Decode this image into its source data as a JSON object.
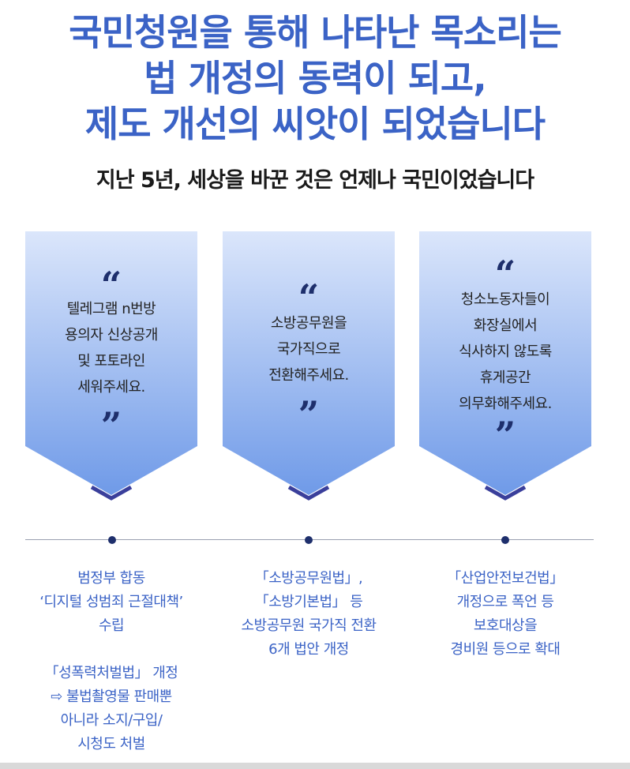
{
  "headline": [
    "국민청원을 통해 나타난 목소리는",
    "법 개정의 동력이 되고,",
    "제도 개선의 씨앗이 되었습니다"
  ],
  "subheadline": "지난 5년, 세상을 바꾼 것은 언제나 국민이었습니다",
  "quote_open": "“",
  "quote_close": "”",
  "cards": [
    {
      "quote": "텔레그램 n번방\n용의자 신상공개\n및 포토라인\n세워주세요.",
      "result": "범정부 합동\n‘디지털 성범죄 근절대책’\n수립\n\n「성폭력처벌법」 개정\n⇨ 불법촬영물 판매뿐\n아니라 소지/구입/\n시청도 처벌"
    },
    {
      "quote": "소방공무원을\n국가직으로\n전환해주세요.",
      "result": "「소방공무원법」,\n「소방기본법」 등\n소방공무원 국가직 전환\n6개 법안 개정"
    },
    {
      "quote": "청소노동자들이\n화장실에서\n식사하지 않도록\n휴게공간\n의무화해주세요.",
      "result": "「산업안전보건법」\n개정으로 폭언 등\n보호대상을\n경비원 등으로 확대"
    }
  ],
  "colors": {
    "headline": "#3b63c6",
    "result_text": "#3b63c6",
    "card_top": "#dbe6fb",
    "card_bottom": "#6f9ae8",
    "chevron": "#3a3f9b",
    "dot": "#1e2f6c"
  }
}
